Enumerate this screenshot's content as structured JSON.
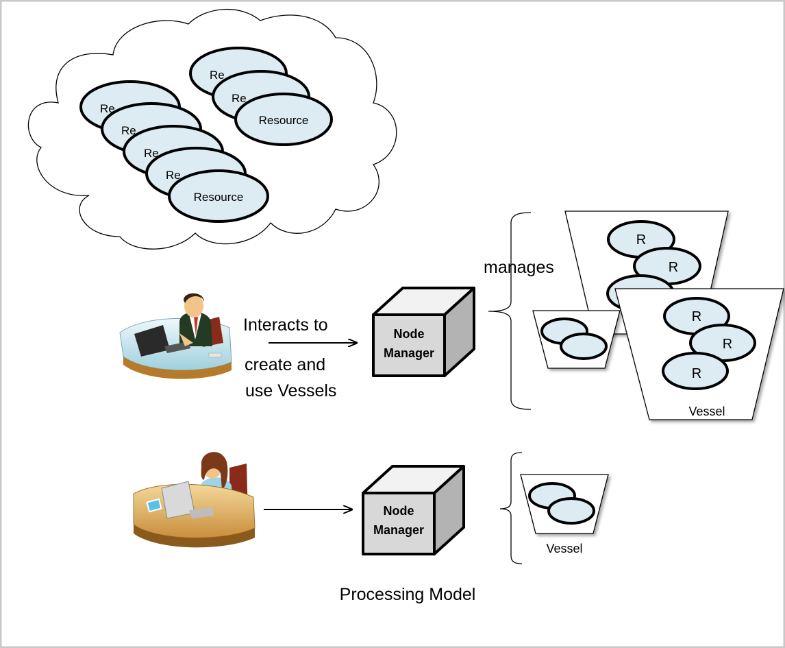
{
  "diagram": {
    "caption": "Processing Model",
    "resource_label": "Resource",
    "resource_partial": "Re",
    "resource_short": "R",
    "vessel_label": "Vessel",
    "node_manager_line1": "Node",
    "node_manager_line2": "Manager",
    "interaction_line1": "Interacts to",
    "interaction_line2": "create and",
    "interaction_line3": "use Vessels",
    "manages_label": "manages"
  },
  "colors": {
    "resource_fill": "#dcecf2",
    "cube_front": "#d8d8d8",
    "cube_top": "#f2f2f2",
    "cube_side": "#b3b3b3",
    "frame": "#c8c8c8"
  },
  "icons": [
    "businessman-at-desk-icon",
    "businesswoman-at-desk-icon"
  ]
}
